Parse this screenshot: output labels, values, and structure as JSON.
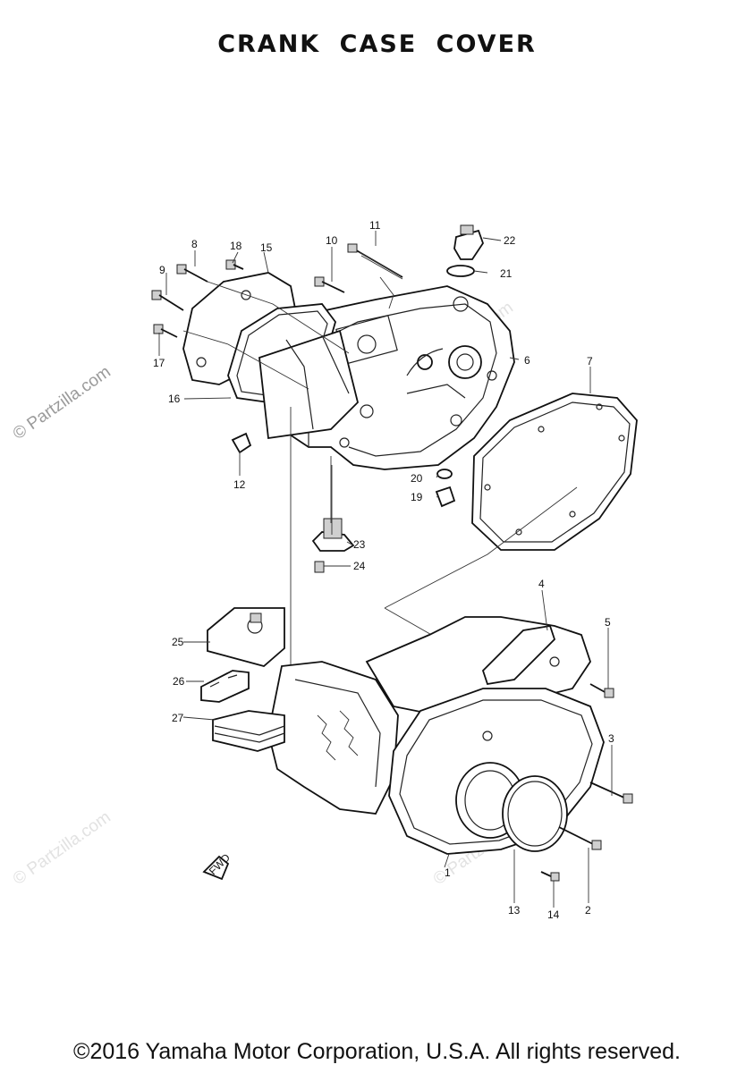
{
  "title": "CRANK  CASE  COVER",
  "footer": "©2016 Yamaha Motor Corporation, U.S.A. All rights reserved.",
  "watermarks": {
    "main": "© Partzilla.com",
    "faint": "© Partzilla.com"
  },
  "fwd_label": "FWD",
  "callouts": {
    "c1": "1",
    "c2": "2",
    "c3": "3",
    "c4": "4",
    "c5": "5",
    "c6": "6",
    "c7": "7",
    "c8": "8",
    "c9": "9",
    "c10": "10",
    "c11": "11",
    "c12": "12",
    "c13": "13",
    "c14": "14",
    "c15": "15",
    "c16": "16",
    "c17": "17",
    "c18": "18",
    "c19": "19",
    "c20": "20",
    "c21": "21",
    "c22": "22",
    "c23": "23",
    "c24": "24",
    "c25": "25",
    "c26": "26",
    "c27": "27"
  }
}
